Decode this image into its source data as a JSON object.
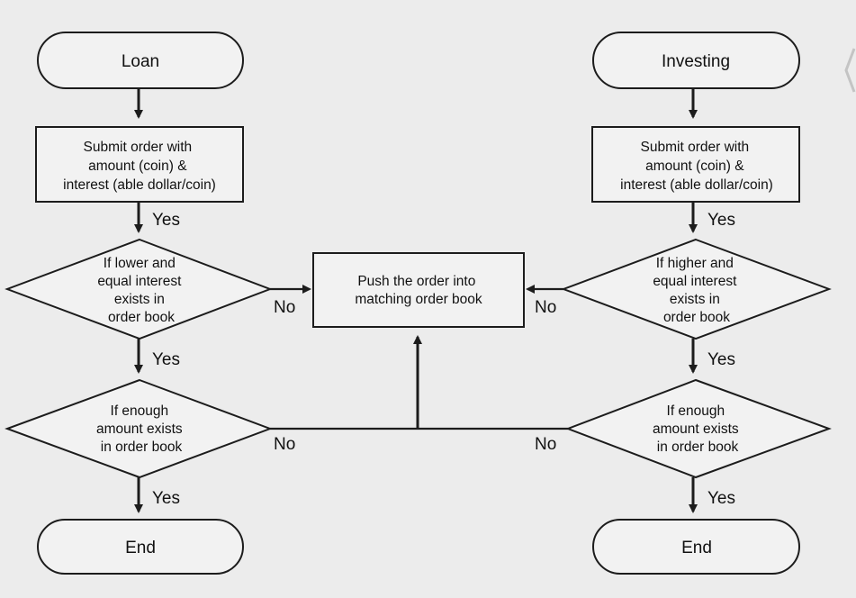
{
  "diagram": {
    "left": {
      "start": "Loan",
      "submit": [
        "Submit order with",
        "amount (coin) &",
        "interest (able dollar/coin)"
      ],
      "decision1": [
        "If lower and",
        "equal interest",
        "exists in",
        "order book"
      ],
      "decision2": [
        "If enough",
        "amount exists",
        "in order book"
      ],
      "end": "End"
    },
    "right": {
      "start": "Investing",
      "submit": [
        "Submit order with",
        "amount (coin) &",
        "interest (able dollar/coin)"
      ],
      "decision1": [
        "If higher and",
        "equal interest",
        "exists in",
        "order book"
      ],
      "decision2": [
        "If enough",
        "amount exists",
        "in order book"
      ],
      "end": "End"
    },
    "center": {
      "process": [
        "Push the order into",
        "matching order book"
      ]
    },
    "labels": {
      "yes": "Yes",
      "no": "No"
    }
  }
}
